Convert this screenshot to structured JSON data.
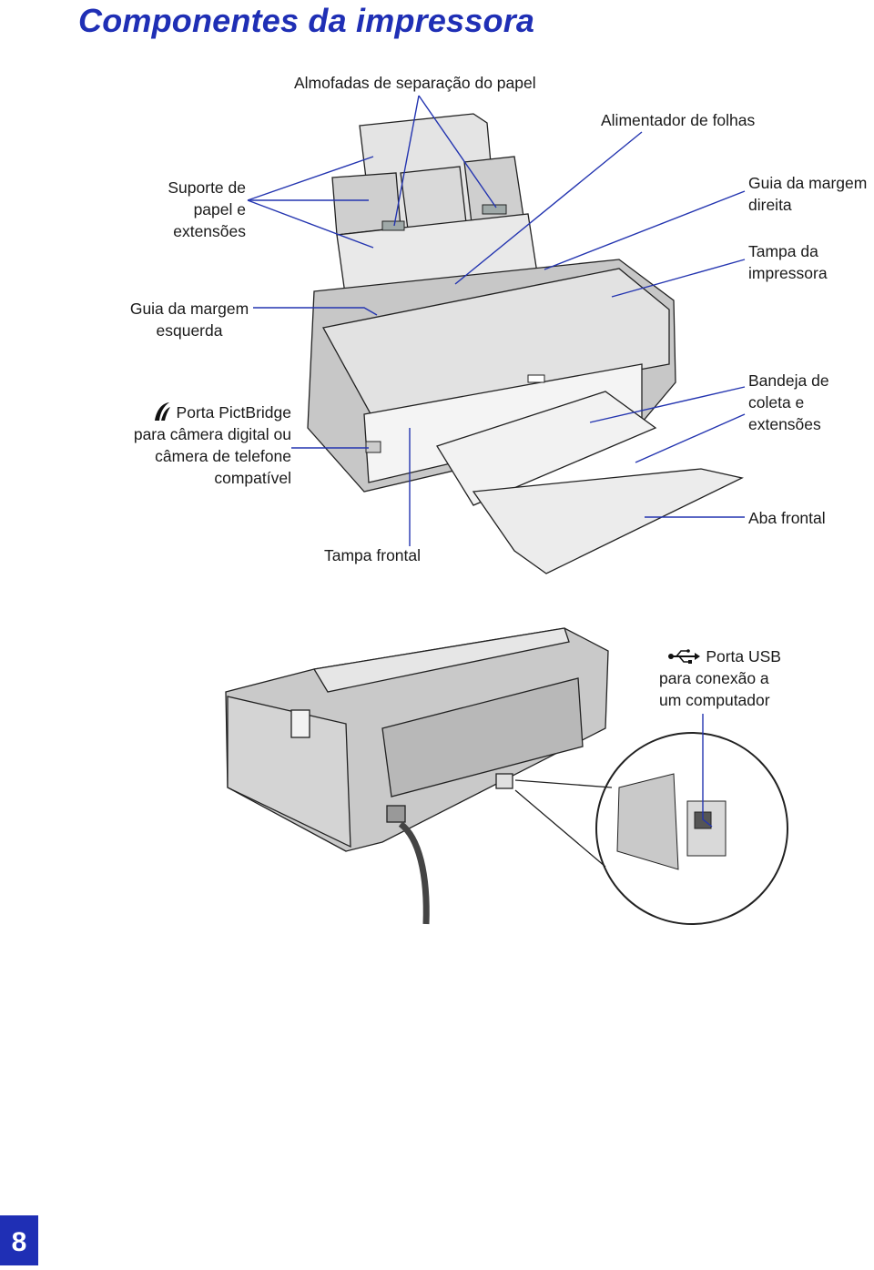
{
  "title": "Componentes da impressora",
  "labels": {
    "almofadas": "Almofadas de separação do papel",
    "alimentador": "Alimentador de folhas",
    "suporte": [
      "Suporte de",
      "papel e",
      "extensões"
    ],
    "guia_direita": [
      "Guia da margem",
      "direita"
    ],
    "tampa_impressora": [
      "Tampa da",
      "impressora"
    ],
    "guia_esquerda": [
      "Guia da margem",
      "esquerda"
    ],
    "pictbridge": [
      "Porta PictBridge",
      "para câmera digital ou",
      "câmera de telefone",
      "compatível"
    ],
    "bandeja": [
      "Bandeja de",
      "coleta e",
      "extensões"
    ],
    "aba_frontal": "Aba frontal",
    "tampa_frontal": "Tampa frontal",
    "usb": [
      "Porta USB",
      "para conexão a",
      "um computador"
    ]
  },
  "icons": [
    "pictbridge-icon",
    "usb-icon"
  ],
  "colors": {
    "accent": "#1f2fb5",
    "leader_line": "#2435b0"
  },
  "page_number": "8"
}
